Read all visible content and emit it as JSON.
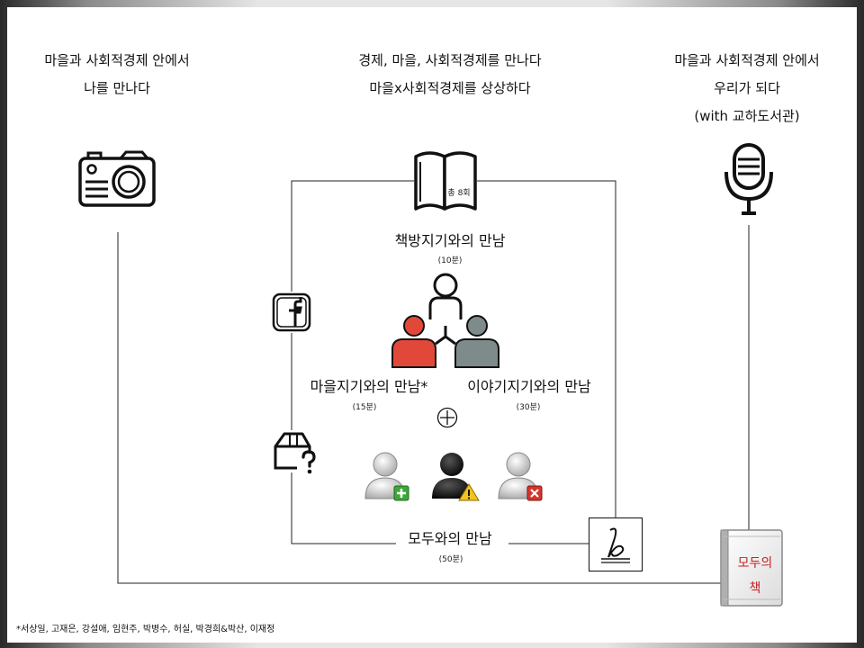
{
  "left_col": {
    "line1": "마을과 사회적경제 안에서",
    "line2": "나를 만나다"
  },
  "center_col": {
    "line1": "경제, 마을, 사회적경제를 만나다",
    "line2": "마을x사회적경제를 상상하다"
  },
  "right_col": {
    "line1": "마을과 사회적경제 안에서",
    "line2": "우리가 되다",
    "line3": "(with 교하도서관)"
  },
  "book_badge": "총 8회",
  "book_meeting": {
    "label": "책방지기와의 만남",
    "duration": "(10분)"
  },
  "village_meeting": {
    "label": "마을지기와의 만남*",
    "duration": "(15분)"
  },
  "story_meeting": {
    "label": "이야기지기와의 만남",
    "duration": "(30분)"
  },
  "all_meeting": {
    "label": "모두와의 만남",
    "duration": "(50분)"
  },
  "everyone_book": {
    "line1": "모두의",
    "line2": "책"
  },
  "footnote": "*서상일, 고재은, 강설애, 임현주, 박병수, 허실, 박경희&박산, 이재정",
  "icons": [
    "camera-icon",
    "book-icon",
    "microphone-icon",
    "facebook-icon",
    "mystery-box-icon",
    "people-network-icon",
    "plus-circle-icon",
    "user-add-icon",
    "user-warning-icon",
    "user-remove-icon",
    "signature-icon",
    "everyone-book-icon"
  ],
  "colors": {
    "red_person": "#e2483a",
    "gray_person": "#7d8b8b",
    "book_red": "#c8201f"
  }
}
